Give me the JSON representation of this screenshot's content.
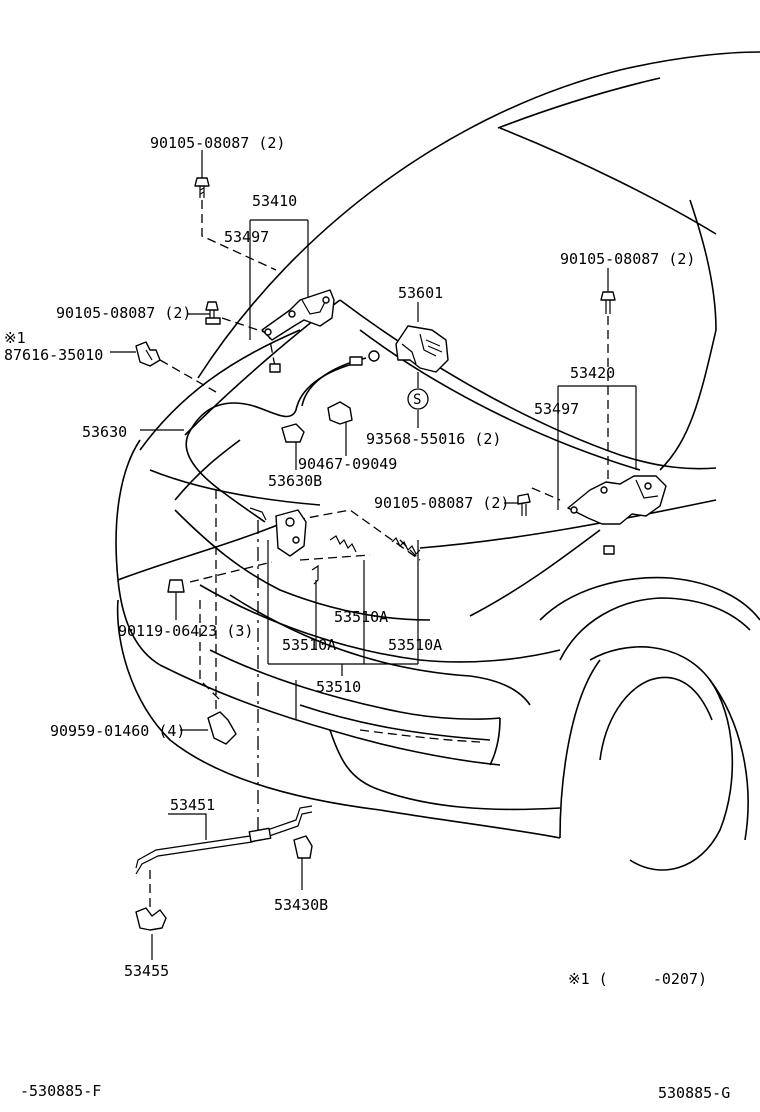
{
  "labels": {
    "screw_90105_top": "90105-08087 (2)",
    "hinge_53410": "53410",
    "support_53497_left": "53497",
    "screw_90105_left": "90105-08087 (2)",
    "note_mark_1": "※1",
    "clip_87616": "87616-35010",
    "cable_53630": "53630",
    "lock_53601": "53601",
    "symbol_s": "S",
    "screw_93568": "93568-55016 (2)",
    "clip_90467": "90467-09049",
    "clamp_53630b": "53630B",
    "screw_90105_right": "90105-08087 (2)",
    "hinge_53420": "53420",
    "support_53497_right": "53497",
    "screw_90105_mid": "90105-08087 (2)",
    "bolt_90119": "90119-06423 (3)",
    "latch_53510a_1": "53510A",
    "latch_53510a_2": "53510A",
    "latch_53510a_3": "53510A",
    "latch_53510": "53510",
    "clip_90959": "90959-01460 (4)",
    "rod_53451": "53451",
    "clamp_53430b": "53430B",
    "holder_53455": "53455",
    "footnote": "※1 (     -0207)",
    "ref_left": "-530885-F",
    "ref_right": "530885-G"
  }
}
